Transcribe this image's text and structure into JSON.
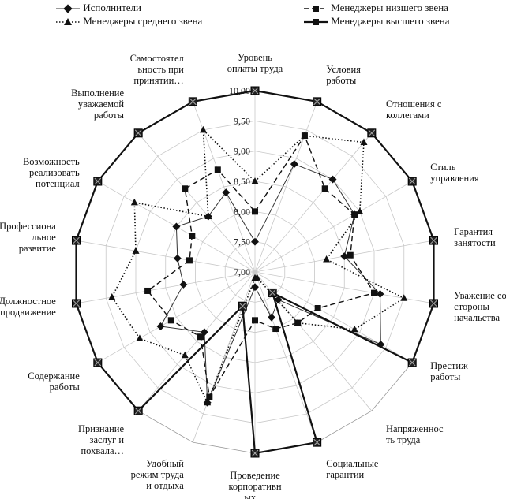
{
  "chart_data": {
    "type": "radar",
    "range": [
      7.0,
      10.0
    ],
    "ticks": [
      "7,00",
      "7,50",
      "8,00",
      "8,50",
      "9,00",
      "9,50",
      "10,00"
    ],
    "grid": true,
    "legend_position": "top",
    "axes": [
      [
        "Уровень",
        "оплаты труда"
      ],
      [
        "Условия",
        "работы"
      ],
      [
        "Отношения с",
        "коллегами"
      ],
      [
        "Стиль",
        "управления"
      ],
      [
        "Гарантия",
        "занятости"
      ],
      [
        "Уважение со",
        "стороны",
        "начальства"
      ],
      [
        "Престиж",
        "работы"
      ],
      [
        "Напряженнос",
        "ть труда"
      ],
      [
        "Социальные",
        "гарантии"
      ],
      [
        "Проведение",
        "корпоративн",
        "ых…"
      ],
      [
        "Удобный",
        "режим труда",
        "и отдыха"
      ],
      [
        "Признание",
        "заслуг и",
        "похвала…"
      ],
      [
        "Содержание",
        "работы"
      ],
      [
        "Должностное",
        "продвижение"
      ],
      [
        "Профессиона",
        "льное",
        "развитие"
      ],
      [
        "Возможность",
        "реализовать",
        "потенциал"
      ],
      [
        "Выполнение",
        "уважаемой",
        "работы"
      ],
      [
        "Самостоятел",
        "ьность при",
        "принятии…"
      ]
    ],
    "series": [
      {
        "name": "Исполнители",
        "style": "solid-thin",
        "marker": "diamond",
        "values": [
          7.5,
          8.9,
          9.0,
          8.9,
          8.5,
          9.1,
          9.4,
          7.6,
          7.8,
          7.25,
          9.3,
          8.3,
          8.8,
          8.2,
          8.3,
          8.5,
          8.2,
          8.4
        ]
      },
      {
        "name": "Менеджеры низшего звена",
        "style": "dashed",
        "marker": "square",
        "values": [
          8.0,
          9.4,
          8.8,
          8.9,
          8.6,
          9.0,
          8.2,
          8.1,
          8.0,
          7.8,
          9.2,
          8.4,
          8.6,
          8.8,
          8.1,
          8.2,
          8.8,
          8.8
        ]
      },
      {
        "name": "Менеджеры среднего звена",
        "style": "dotted",
        "marker": "triangle",
        "values": [
          8.5,
          9.4,
          9.8,
          9.0,
          8.2,
          9.5,
          8.9,
          8.1,
          7.1,
          7.1,
          9.3,
          8.8,
          9.2,
          9.4,
          9.0,
          9.3,
          8.2,
          9.5
        ]
      },
      {
        "name": "Менеджеры высшего звена",
        "style": "solid-thick",
        "marker": "square-x",
        "values": [
          10.0,
          10.0,
          10.0,
          10.0,
          10.0,
          10.0,
          10.0,
          7.45,
          10.0,
          10.0,
          7.6,
          10.0,
          10.0,
          10.0,
          10.0,
          10.0,
          10.0,
          10.0
        ]
      }
    ]
  },
  "legend": {
    "items": [
      {
        "name": "Исполнители"
      },
      {
        "name": "Менеджеры низшего звена"
      },
      {
        "name": "Менеджеры среднего звена"
      },
      {
        "name": "Менеджеры высшего звена"
      }
    ]
  }
}
